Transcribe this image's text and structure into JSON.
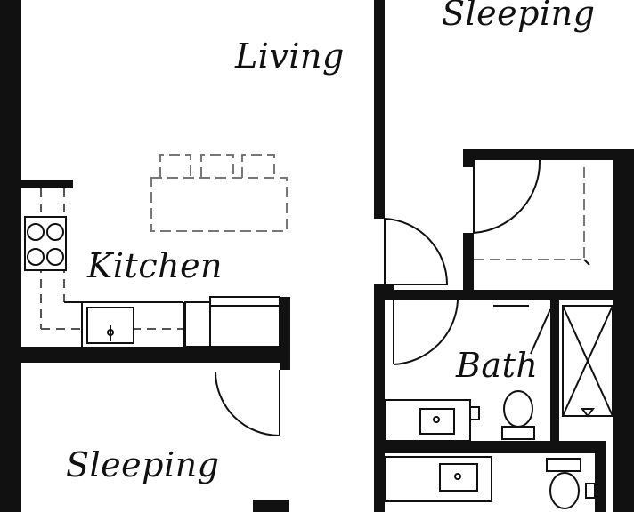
{
  "rooms": {
    "living": "Living",
    "sleeping_top": "Sleeping",
    "kitchen": "Kitchen",
    "bath": "Bath",
    "sleeping_bottom": "Sleeping"
  },
  "colors": {
    "wall": "#111111",
    "fixture_line": "#111111",
    "dashed_line": "#555555",
    "background": "#ffffff"
  },
  "icons": [
    "door-swing-icon",
    "stove-icon",
    "sink-icon",
    "toilet-icon",
    "shower-icon",
    "dining-table-icon"
  ]
}
